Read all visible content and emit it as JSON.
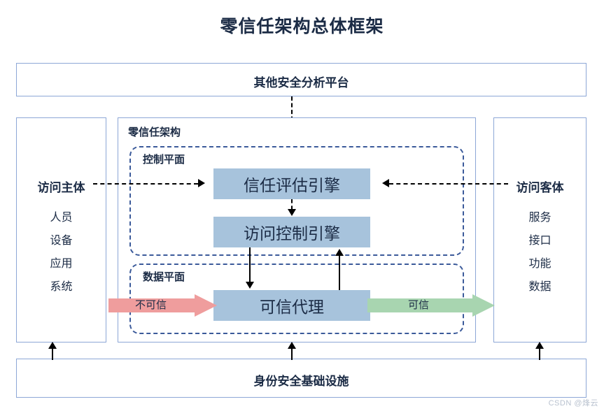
{
  "page": {
    "title": "零信任架构总体框架",
    "watermark": "CSDN @烽云"
  },
  "top_platform": {
    "label": "其他安全分析平台"
  },
  "bottom_identity": {
    "label": "身份安全基础设施"
  },
  "subject_panel": {
    "title": "访问主体",
    "items": [
      "人员",
      "设备",
      "应用",
      "系统"
    ]
  },
  "object_panel": {
    "title": "访问客体",
    "items": [
      "服务",
      "接口",
      "功能",
      "数据"
    ]
  },
  "zta": {
    "title": "零信任架构",
    "control_plane": {
      "label": "控制平面",
      "boxes": [
        {
          "label": "信任评估引擎"
        },
        {
          "label": "访问控制引擎"
        }
      ]
    },
    "data_plane": {
      "label": "数据平面",
      "boxes": [
        {
          "label": "可信代理"
        }
      ]
    }
  },
  "flows": {
    "untrusted": {
      "label": "不可信",
      "color": "#ef9d9d"
    },
    "trusted": {
      "label": "可信",
      "color": "#a8d5b0"
    }
  },
  "colors": {
    "box_fill": "#a7c3dc",
    "outline": "#8da7d6",
    "plane_dash": "#3b5a9a",
    "text": "#1b2b45",
    "background": "#ffffff"
  }
}
